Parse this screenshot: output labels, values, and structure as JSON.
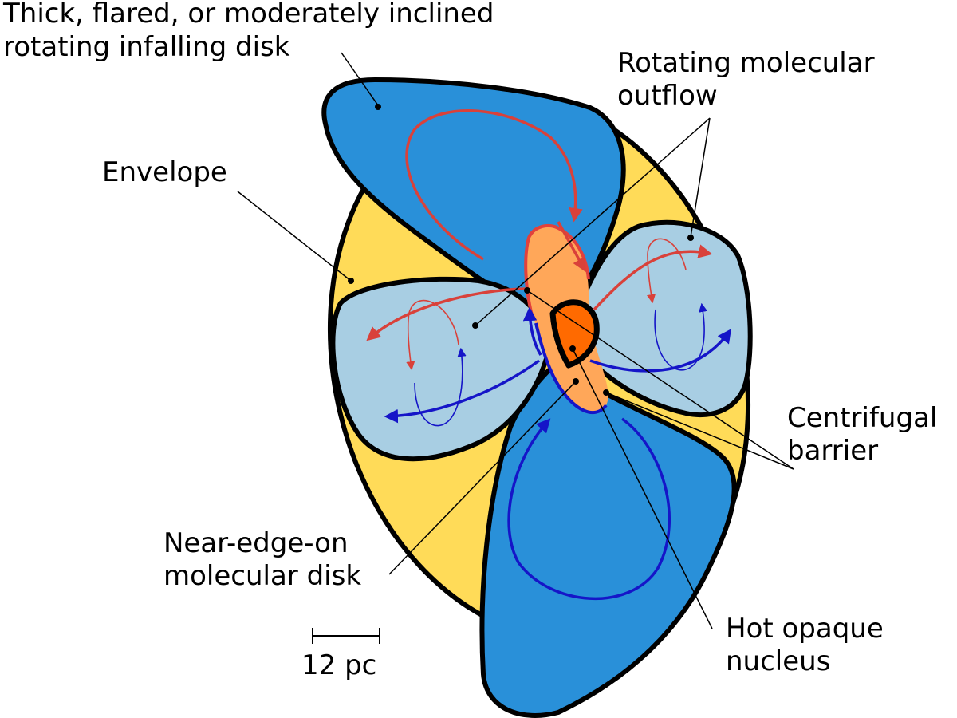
{
  "labels": {
    "disk_line1": "Thick, flared, or moderately inclined",
    "disk_line2": "rotating infalling disk",
    "outflow_line1": "Rotating molecular",
    "outflow_line2": "outflow",
    "envelope": "Envelope",
    "barrier_line1": "Centrifugal",
    "barrier_line2": "barrier",
    "molecular_disk_line1": "Near-edge-on",
    "molecular_disk_line2": "molecular disk",
    "nucleus_line1": "Hot opaque",
    "nucleus_line2": "nucleus",
    "scale_bar": "12 pc"
  },
  "colors": {
    "envelope": "#FFDB58",
    "infalling_disk": "#2990D9",
    "outflow_lobe": "#A8CEE3",
    "molecular_disk": "#FFA759",
    "molecular_disk_edge_top": "#E2413C",
    "molecular_disk_edge_bottom": "#1515C8",
    "nucleus": "#FF6A00",
    "red_arrow": "#D9413A",
    "blue_arrow": "#1515C8",
    "outline": "#000000"
  }
}
